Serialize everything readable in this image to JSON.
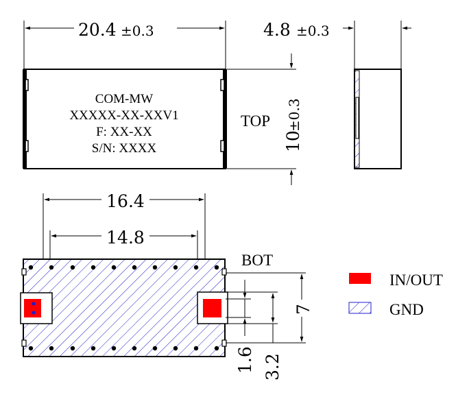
{
  "top_view": {
    "dim_length": "20.4",
    "dim_length_tol": "±0.3",
    "dim_width": "10",
    "dim_width_tol": "±0.3",
    "label": "TOP",
    "marking": [
      "COM-MW",
      "XXXXX-XX-XXV1",
      "F: XX-XX",
      "S/N: XXXX"
    ]
  },
  "side_view": {
    "dim_thickness": "4.8",
    "dim_thickness_tol": "±0.3"
  },
  "bottom_view": {
    "label": "BOT",
    "dim_pad_outer": "16.4",
    "dim_pad_inner": "14.8",
    "dim_gnd_height": "7",
    "dim_pad_small": "1.6",
    "dim_pad_large": "3.2"
  },
  "legend": [
    {
      "label": "IN/OUT",
      "color": "#ff0000"
    },
    {
      "label": "GND",
      "color": "#1c1ccc"
    }
  ]
}
